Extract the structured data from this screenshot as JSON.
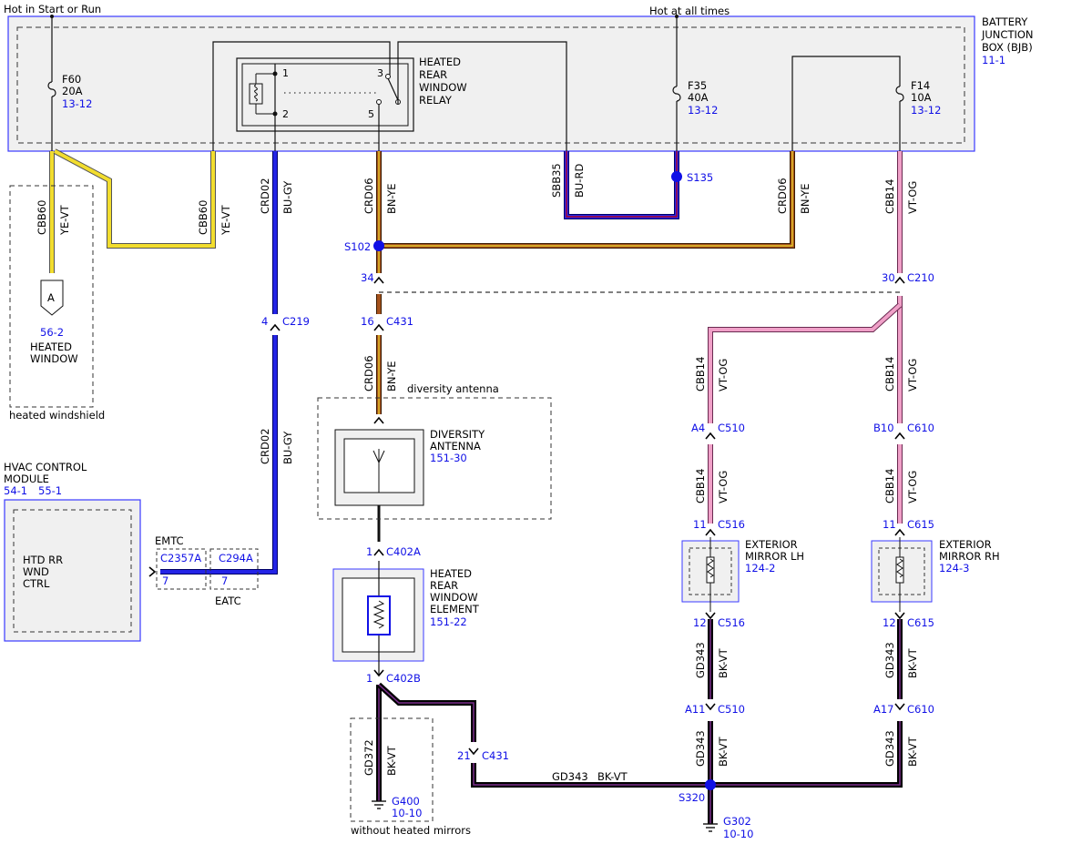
{
  "top_labels": {
    "hot_start_run": "Hot in Start or Run",
    "hot_all_times": "Hot at all times"
  },
  "bjb": {
    "line1": "BATTERY",
    "line2": "JUNCTION",
    "line3": "BOX (BJB)",
    "ref": "11-1"
  },
  "relay": {
    "line1": "HEATED",
    "line2": "REAR",
    "line3": "WINDOW",
    "line4": "RELAY",
    "pins": [
      "1",
      "2",
      "3",
      "5"
    ]
  },
  "fuses": [
    {
      "id": "F60",
      "rating": "20A",
      "ref": "13-12"
    },
    {
      "id": "F35",
      "rating": "40A",
      "ref": "13-12"
    },
    {
      "id": "F14",
      "rating": "10A",
      "ref": "13-12"
    }
  ],
  "wires": {
    "cbb60": "CBB60",
    "ye_vt": "YE-VT",
    "crd02": "CRD02",
    "bu_gy": "BU-GY",
    "crd06": "CRD06",
    "bn_ye": "BN-YE",
    "sbb35": "SBB35",
    "bu_rd": "BU-RD",
    "cbb14": "CBB14",
    "vt_og": "VT-OG",
    "gd343": "GD343",
    "bk_vt": "BK-VT",
    "gd372": "GD372"
  },
  "splices": {
    "s102": "S102",
    "s135": "S135",
    "s320": "S320"
  },
  "connectors": {
    "c210": {
      "pin": "30",
      "name": "C210"
    },
    "c219": {
      "pin": "4",
      "name": "C219"
    },
    "c431a": {
      "pin": "16",
      "name": "C431"
    },
    "c431b": {
      "pin": "21",
      "name": "C431"
    },
    "left_34": "34",
    "c402a": {
      "pin": "1",
      "name": "C402A"
    },
    "c402b": {
      "pin": "1",
      "name": "C402B"
    },
    "c510a": {
      "pin": "A4",
      "name": "C510"
    },
    "c610a": {
      "pin": "B10",
      "name": "C610"
    },
    "c516a": {
      "pin": "11",
      "name": "C516"
    },
    "c615a": {
      "pin": "11",
      "name": "C615"
    },
    "c516b": {
      "pin": "12",
      "name": "C516"
    },
    "c615b": {
      "pin": "12",
      "name": "C615"
    },
    "c510b": {
      "pin": "A11",
      "name": "C510"
    },
    "c610b": {
      "pin": "A17",
      "name": "C610"
    },
    "c2357a": {
      "name": "C2357A",
      "pin": "7"
    },
    "c294a": {
      "name": "C294A",
      "pin": "7"
    }
  },
  "heated_window": {
    "letter": "A",
    "ref": "56-2",
    "line1": "HEATED",
    "line2": "WINDOW",
    "group": "heated windshield"
  },
  "hvac": {
    "line1": "HVAC CONTROL",
    "line2": "MODULE",
    "ref1": "54-1",
    "ref2": "55-1",
    "inner1": "HTD RR",
    "inner2": "WND",
    "inner3": "CTRL",
    "emtc": "EMTC",
    "eatc": "EATC"
  },
  "antenna": {
    "group": "diversity antenna",
    "line1": "DIVERSITY",
    "line2": "ANTENNA",
    "ref": "151-30"
  },
  "element": {
    "line1": "HEATED",
    "line2": "REAR",
    "line3": "WINDOW",
    "line4": "ELEMENT",
    "ref": "151-22"
  },
  "mirror_lh": {
    "line1": "EXTERIOR",
    "line2": "MIRROR LH",
    "ref": "124-2"
  },
  "mirror_rh": {
    "line1": "EXTERIOR",
    "line2": "MIRROR RH",
    "ref": "124-3"
  },
  "grounds": {
    "g400": {
      "name": "G400",
      "ref": "10-10",
      "group": "without heated mirrors"
    },
    "g302": {
      "name": "G302",
      "ref": "10-10"
    }
  },
  "colors": {
    "blue": "#1010e6",
    "yellow": "#f2dd2e",
    "brown": "#a5521c",
    "pink": "#f0a0c8",
    "purple": "#7a2e8c",
    "black": "#111111",
    "panel": "#f0f0f0",
    "box_border": "#3a3aff"
  }
}
